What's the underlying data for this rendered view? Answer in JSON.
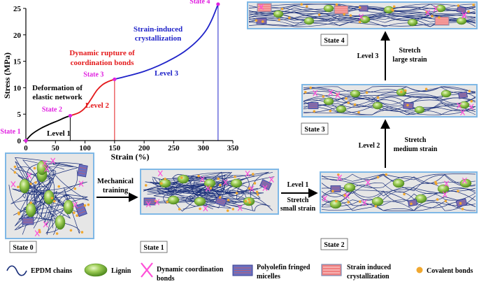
{
  "chart_data": {
    "type": "line",
    "xlabel": "Strain (%)",
    "ylabel": "Stress (MPa)",
    "xlim": [
      0,
      350
    ],
    "ylim": [
      0,
      25
    ],
    "xticks": [
      0,
      50,
      100,
      150,
      200,
      250,
      300,
      350
    ],
    "yticks": [
      0,
      5,
      10,
      15,
      20,
      25
    ],
    "series": [
      {
        "segment": "Level 1",
        "color": "#000000",
        "x": [
          0,
          10,
          25,
          40,
          55,
          65,
          75
        ],
        "y": [
          0,
          1.2,
          2.3,
          3.1,
          3.8,
          4.3,
          4.7
        ]
      },
      {
        "segment": "Level 2",
        "color": "#e41a1c",
        "x": [
          75,
          90,
          100,
          110,
          120,
          130,
          140,
          150
        ],
        "y": [
          4.7,
          5.3,
          6.2,
          7.8,
          9.5,
          10.6,
          11.2,
          11.6
        ]
      },
      {
        "segment": "Level 3",
        "color": "#1f23c9",
        "x": [
          150,
          175,
          200,
          225,
          250,
          270,
          290,
          305,
          315,
          325
        ],
        "y": [
          11.6,
          12.3,
          13.1,
          14.2,
          15.6,
          17.0,
          18.9,
          20.9,
          23.0,
          25.8
        ]
      }
    ],
    "states": [
      {
        "label": "State 1",
        "x": 0,
        "y": 0
      },
      {
        "label": "State 2",
        "x": 75,
        "y": 4.7
      },
      {
        "label": "State 3",
        "x": 150,
        "y": 11.6
      },
      {
        "label": "State 4",
        "x": 325,
        "y": 25.8
      }
    ],
    "annotations": {
      "level1": "Level 1",
      "level2": "Level 2",
      "level3": "Level 3",
      "deform_line1": "Deformation of",
      "deform_line2": "elastic network",
      "rupture_line1": "Dynamic rupture of",
      "rupture_line2": "coordination bonds",
      "sic_line1": "Strain-induced",
      "sic_line2": "crystallization"
    }
  },
  "diagram": {
    "state_labels": [
      "State 0",
      "State 1",
      "State 2",
      "State 3",
      "State 4"
    ],
    "arrows": {
      "training_line1": "Mechanical",
      "training_line2": "training",
      "level1_line1": "Level 1",
      "level1_line2": "Stretch",
      "level1_line3": "small strain",
      "level2_left": "Level 2",
      "level2_line1": "Stretch",
      "level2_line2": "medium strain",
      "level3_left": "Level 3",
      "level3_line1": "Stretch",
      "level3_line2": "large strain"
    }
  },
  "legend": [
    {
      "icon": "wave-icon",
      "label": "EPDM chains"
    },
    {
      "icon": "ellipsoid-icon",
      "label": "Lignin"
    },
    {
      "icon": "bowtie-icon",
      "label_line1": "Dynamic coordination",
      "label_line2": "bonds"
    },
    {
      "icon": "micelle-icon",
      "label_line1": "Polyolefin fringed",
      "label_line2": "micelles"
    },
    {
      "icon": "crystal-icon",
      "label_line1": "Strain induced",
      "label_line2": "crystallization"
    },
    {
      "icon": "dot-icon",
      "label": "Covalent bonds"
    }
  ],
  "colors": {
    "level1": "#000000",
    "level2": "#e41a1c",
    "level3": "#1f23c9",
    "state_marker": "#e020e0",
    "panel_fill": "#e6e6e6",
    "panel_border": "#7fb8e6",
    "chain": "#1a2f7a",
    "lignin": "#8bc34a",
    "bond": "#ff4fd8",
    "covalent": "#f0a830",
    "micelle": "#5a5fb0",
    "crystal": "#f08080"
  }
}
